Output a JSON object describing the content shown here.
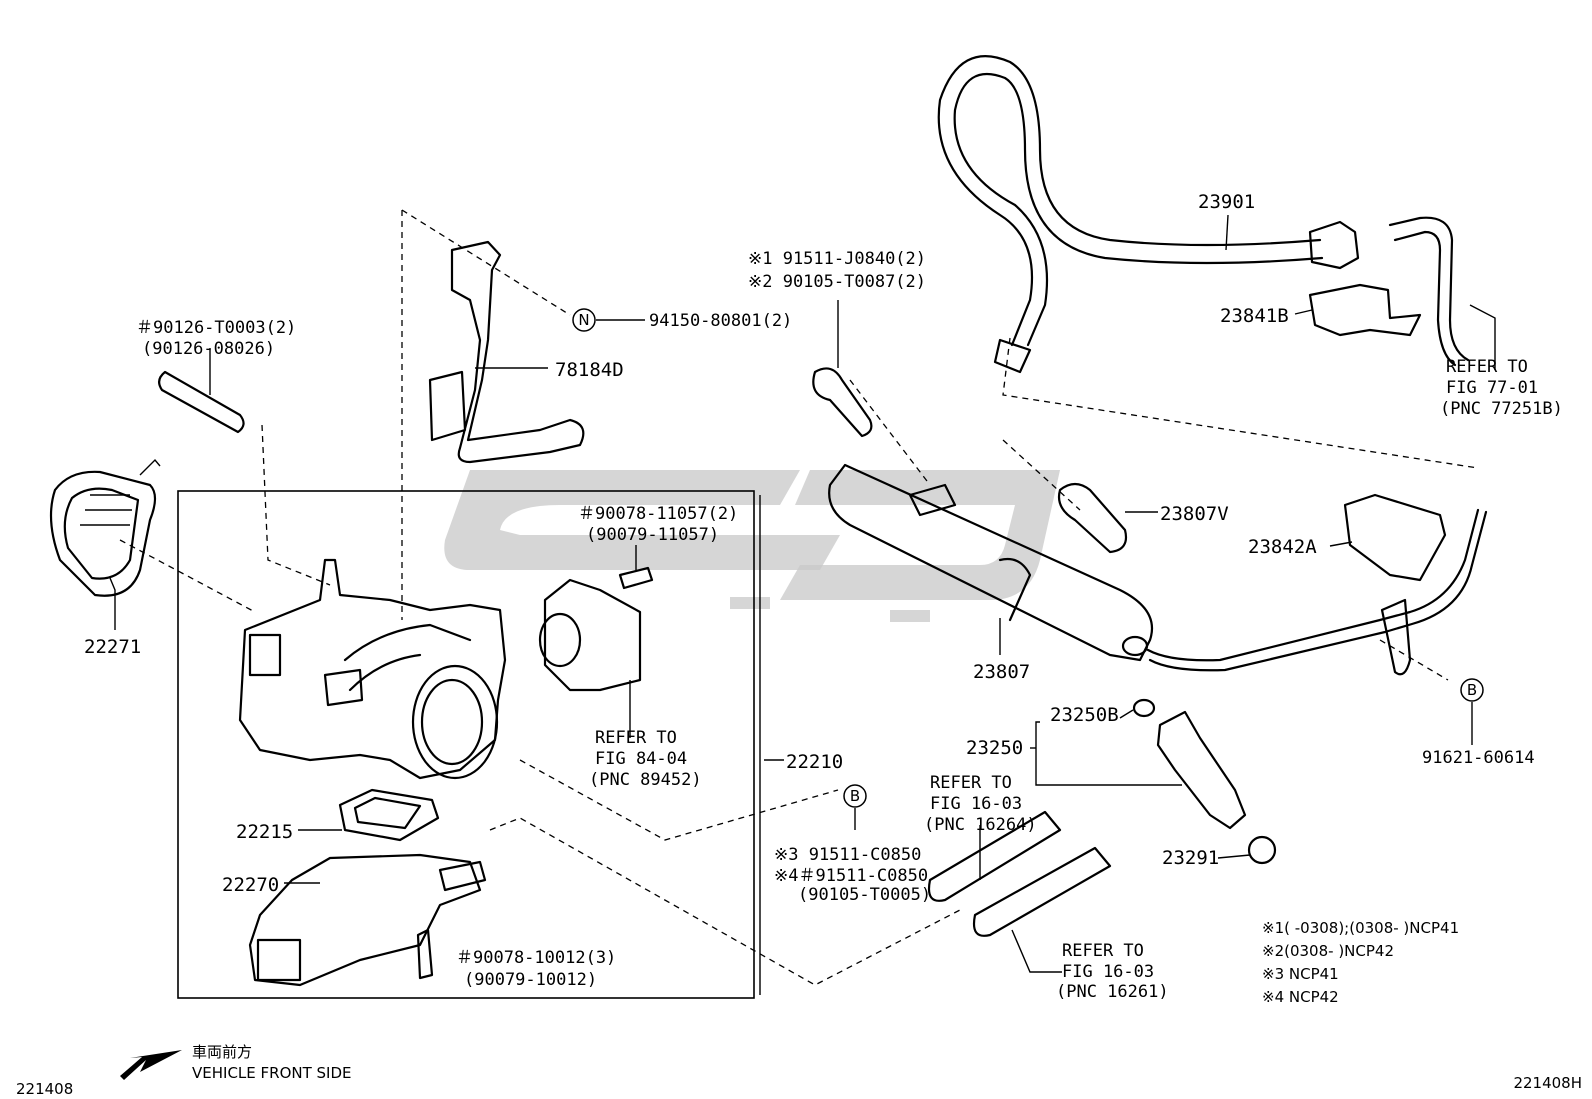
{
  "figure_id_left": "221408",
  "figure_id_right": "221408H",
  "direction": {
    "jp": "車両前方",
    "en": "VEHICLE FRONT SIDE"
  },
  "parts": {
    "p_90126_a": "＃90126-T0003(2)",
    "p_90126_b": "(90126-08026)",
    "p_22271": "22271",
    "p_78184d": "78184D",
    "p_94150": "94150-80801(2)",
    "n_marker": "N",
    "p_91511_j": "※1 91511-J0840(2)",
    "p_90105_t87": "※2 90105-T0087(2)",
    "p_90078_11057": "＃90078-11057(2)",
    "p_90079_11057": "(90079-11057)",
    "ref84_1": "REFER TO",
    "ref84_2": "FIG 84-04",
    "ref84_3": "(PNC 89452)",
    "p_22210": "22210",
    "p_22215": "22215",
    "p_22270": "22270",
    "p_90078_10012": "＃90078-10012(3)",
    "p_90079_10012": "(90079-10012)",
    "b_marker": "B",
    "p_c0850_3": "※3 91511-C0850",
    "p_c0850_4": "※4＃91511-C0850",
    "p_t0005": "(90105-T0005)",
    "p_23901": "23901",
    "p_23841b": "23841B",
    "ref77_1": "REFER TO",
    "ref77_2": "FIG 77-01",
    "ref77_3": "(PNC 77251B)",
    "p_23807v": "23807V",
    "p_23842a": "23842A",
    "p_23807": "23807",
    "p_91621": "91621-60614",
    "p_23250b": "23250B",
    "p_23250": "23250",
    "p_23291": "23291",
    "ref1603a_1": "REFER TO",
    "ref1603a_2": "FIG 16-03",
    "ref1603a_3": "(PNC 16264)",
    "ref1603b_1": "REFER TO",
    "ref1603b_2": "FIG 16-03",
    "ref1603b_3": "(PNC 16261)"
  },
  "notes": [
    "※1(      -0308);(0308-      )NCP41",
    "※2(0308-      )NCP42",
    "※3 NCP41",
    "※4 NCP42"
  ]
}
